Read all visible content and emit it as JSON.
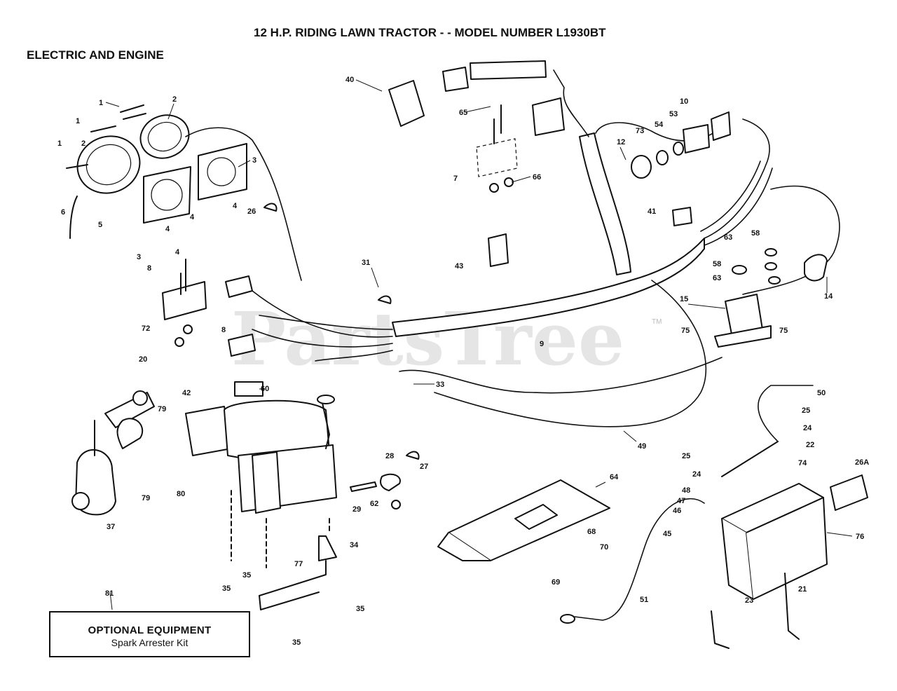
{
  "diagram_title": "12 H.P. RIDING LAWN TRACTOR - - MODEL NUMBER L1930BT",
  "section_title": "ELECTRIC AND ENGINE",
  "watermark": "PartsTree",
  "watermark_tm": "TM",
  "optional_box": {
    "heading": "OPTIONAL EQUIPMENT",
    "item": "Spark Arrester Kit"
  },
  "callouts": {
    "c1a": "1",
    "c1b": "1",
    "c1c": "1",
    "c2a": "2",
    "c2b": "2",
    "c3a": "3",
    "c3b": "3",
    "c4a": "4",
    "c4b": "4",
    "c4c": "4",
    "c4d": "4",
    "c5": "5",
    "c6": "6",
    "c8a": "8",
    "c8b": "8",
    "c7": "7",
    "c9": "9",
    "c10": "10",
    "c12": "12",
    "c14": "14",
    "c15": "15",
    "c20": "20",
    "c21": "21",
    "c22": "22",
    "c23": "23",
    "c24a": "24",
    "c24b": "24",
    "c25a": "25",
    "c25b": "25",
    "c26": "26",
    "c26A": "26A",
    "c27": "27",
    "c28": "28",
    "c29": "29",
    "c31": "31",
    "c33": "33",
    "c34": "34",
    "c35a": "35",
    "c35b": "35",
    "c35c": "35",
    "c35d": "35",
    "c37": "37",
    "c40": "40",
    "c41": "41",
    "c42": "42",
    "c43": "43",
    "c45": "45",
    "c46": "46",
    "c47": "47",
    "c48": "48",
    "c49": "49",
    "c50": "50",
    "c51": "51",
    "c53": "53",
    "c54": "54",
    "c58a": "58",
    "c58b": "58",
    "c60": "60",
    "c62": "62",
    "c63a": "63",
    "c63b": "63",
    "c64": "64",
    "c65": "65",
    "c66": "66",
    "c68": "68",
    "c69": "69",
    "c70": "70",
    "c72": "72",
    "c73": "73",
    "c74": "74",
    "c75a": "75",
    "c75b": "75",
    "c76": "76",
    "c77": "77",
    "c79a": "79",
    "c79b": "79",
    "c80": "80",
    "c81": "81"
  }
}
